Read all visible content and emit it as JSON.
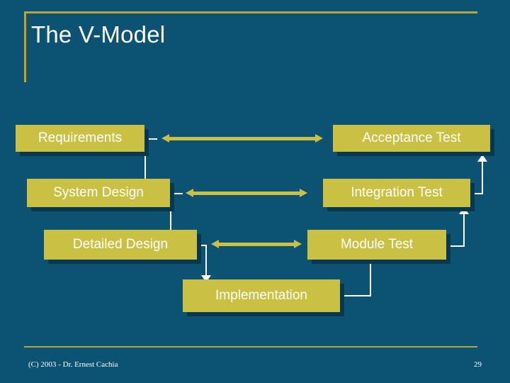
{
  "slide": {
    "title": "The V-Model",
    "background_color": "#0c5272",
    "accent_color": "#b5a642",
    "box_fill_color": "#c9c044",
    "box_text_color": "#ffffff",
    "connector_color": "#ffffff"
  },
  "diagram": {
    "left_branch": [
      {
        "id": "requirements",
        "label": "Requirements"
      },
      {
        "id": "system-design",
        "label": "System Design"
      },
      {
        "id": "detailed-design",
        "label": "Detailed Design"
      }
    ],
    "bottom": {
      "id": "implementation",
      "label": "Implementation"
    },
    "right_branch": [
      {
        "id": "acceptance-test",
        "label": "Acceptance Test"
      },
      {
        "id": "integration-test",
        "label": "Integration Test"
      },
      {
        "id": "module-test",
        "label": "Module Test"
      }
    ],
    "verification_arrows": [
      {
        "id": "requirements-acceptance",
        "from": "Requirements",
        "to": "Acceptance Test",
        "style": "double-headed"
      },
      {
        "id": "system-design-integration",
        "from": "System Design",
        "to": "Integration Test",
        "style": "double-headed"
      },
      {
        "id": "detailed-design-module",
        "from": "Detailed Design",
        "to": "Module Test",
        "style": "double-headed"
      }
    ]
  },
  "footer": {
    "copyright": "(C) 2003 - Dr. Ernest Cachia",
    "page_number": "29"
  }
}
